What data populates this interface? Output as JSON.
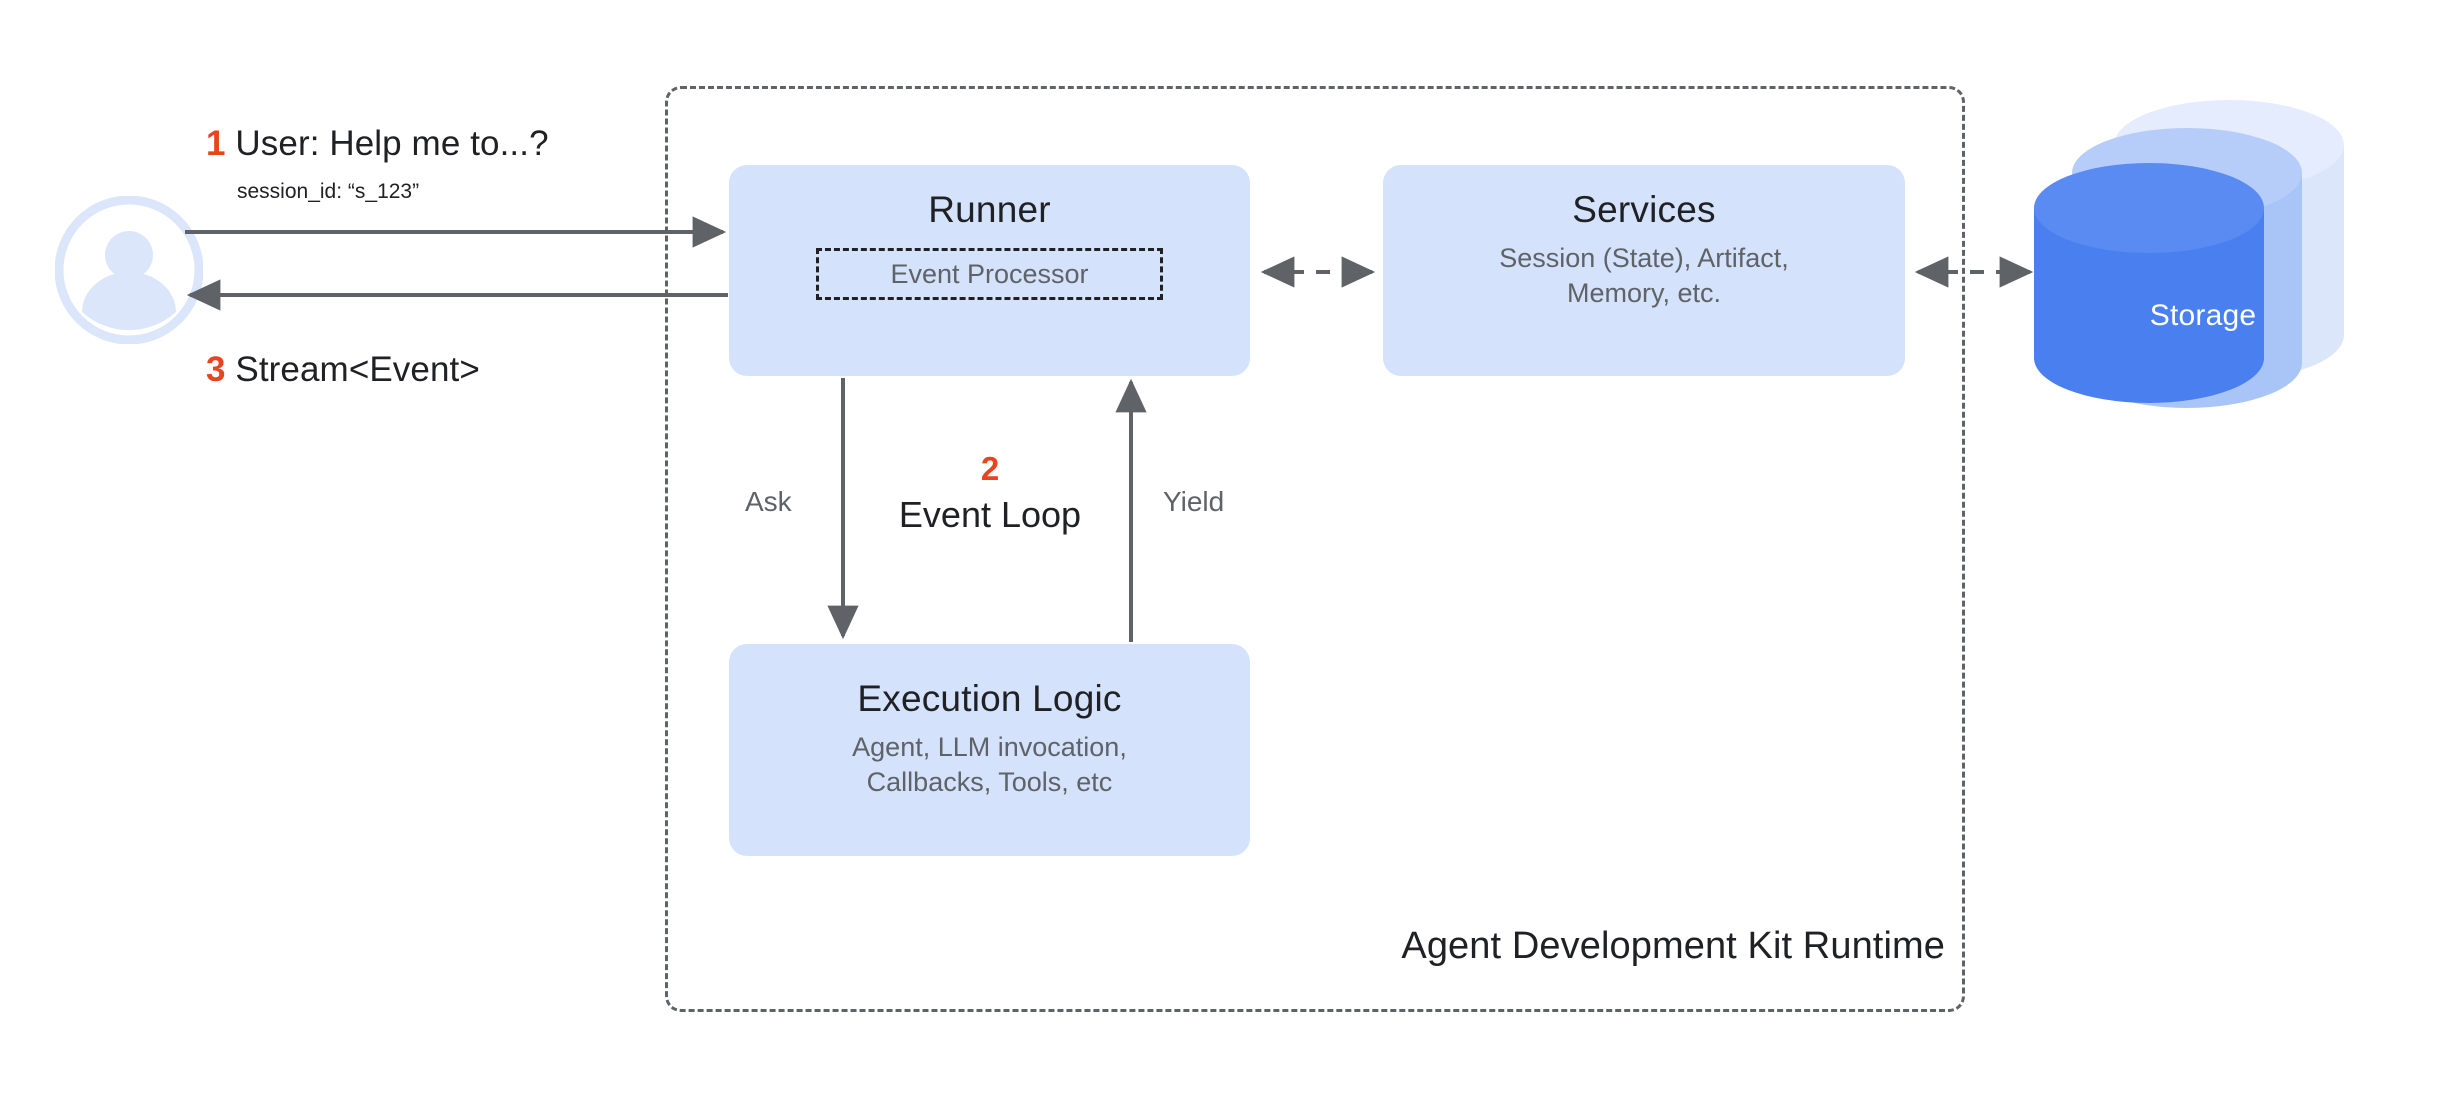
{
  "diagram": {
    "title": "Agent Development Kit Runtime",
    "colors": {
      "node_fill": "#d4e2fc",
      "accent_orange": "#e8441f",
      "arrow_gray": "#5f6368",
      "storage_blue": "#4a7ff0",
      "text_primary": "#202124",
      "text_secondary": "#5f6368",
      "avatar_blue": "#dbe6fb"
    }
  },
  "actor": {
    "icon": "user-avatar-icon",
    "name": "User"
  },
  "callouts": {
    "request": {
      "number": "1",
      "text": "User: Help me to...?",
      "sub": "session_id: “s_123”"
    },
    "response": {
      "number": "3",
      "text": "Stream<Event>"
    },
    "loop": {
      "number": "2",
      "text": "Event Loop"
    }
  },
  "nodes": {
    "runner": {
      "title": "Runner",
      "inner": "Event Processor"
    },
    "services": {
      "title": "Services",
      "sub": "Session (State), Artifact,\nMemory, etc."
    },
    "execution": {
      "title": "Execution Logic",
      "sub": "Agent, LLM invocation,\nCallbacks, Tools, etc"
    },
    "storage": {
      "label": "Storage",
      "icon": "database-cylinder-icon"
    }
  },
  "edges": {
    "ask": "Ask",
    "yield": "Yield"
  }
}
